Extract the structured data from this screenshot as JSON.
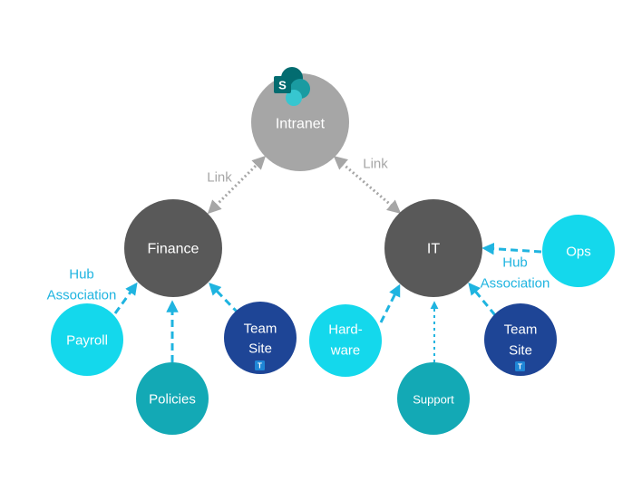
{
  "colors": {
    "intranet": "#a6a6a6",
    "hub": "#595959",
    "cyan": "#14d8ec",
    "teal": "#13a9b5",
    "navy": "#1e4596",
    "link_line": "#a6a6a6",
    "assoc_line": "#1fb4e0",
    "assoc_text": "#1fb4e0",
    "link_text": "#a6a6a6",
    "sp_logo_dark": "#036c70",
    "sp_logo_mid": "#1a9ba1",
    "sp_logo_light": "#37c6d0",
    "teams_badge": "#1f86d6"
  },
  "nodes": {
    "intranet": {
      "label": "Intranet",
      "icon": "sharepoint-logo-icon",
      "logo_letter": "S"
    },
    "finance": {
      "label": "Finance"
    },
    "it": {
      "label": "IT"
    },
    "payroll": {
      "label": "Payroll"
    },
    "policies": {
      "label": "Policies"
    },
    "finance_team_site": {
      "label_line1": "Team",
      "label_line2": "Site",
      "icon": "teams-badge-icon",
      "badge_letter": "T"
    },
    "hardware": {
      "label_line1": "Hard-",
      "label_line2": "ware"
    },
    "support": {
      "label": "Support"
    },
    "it_team_site": {
      "label_line1": "Team",
      "label_line2": "Site",
      "icon": "teams-badge-icon",
      "badge_letter": "T"
    },
    "ops": {
      "label": "Ops"
    }
  },
  "edge_labels": {
    "link_left": "Link",
    "link_right": "Link",
    "hub_assoc_left_line1": "Hub",
    "hub_assoc_left_line2": "Association",
    "hub_assoc_right_line1": "Hub",
    "hub_assoc_right_line2": "Association"
  }
}
